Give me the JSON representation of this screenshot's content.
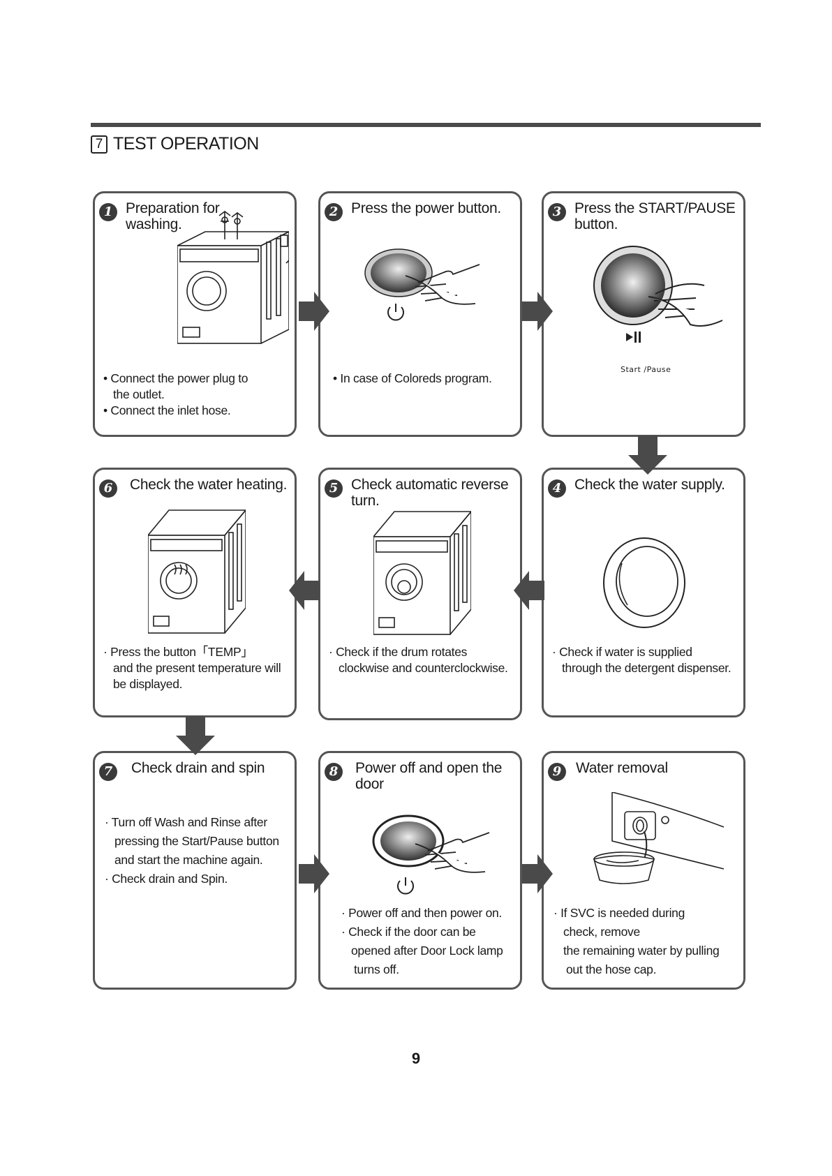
{
  "section": {
    "number": "7",
    "title": "TEST OPERATION"
  },
  "steps": [
    {
      "num": "1",
      "title_lines": [
        "Preparation for",
        "washing."
      ],
      "notes": [
        "• Connect the power plug to",
        "the outlet.",
        "• Connect the inlet hose."
      ]
    },
    {
      "num": "2",
      "title_lines": [
        "Press the power button."
      ],
      "notes": [
        "• In case of Coloreds program."
      ]
    },
    {
      "num": "3",
      "title_lines": [
        "Press the START/PAUSE",
        "button."
      ],
      "button_label": "Start /Pause"
    },
    {
      "num": "6",
      "title_lines": [
        "Check the water heating."
      ],
      "notes": [
        "· Press the button「TEMP」",
        "and  the present temperature will",
        "be displayed."
      ]
    },
    {
      "num": "5",
      "title_lines": [
        "Check automatic reverse",
        "turn."
      ],
      "notes": [
        "· Check if the drum rotates",
        "clockwise and  counterclockwise."
      ]
    },
    {
      "num": "4",
      "title_lines": [
        "Check the water supply."
      ],
      "notes": [
        "· Check if water is supplied",
        "through the detergent dispenser."
      ]
    },
    {
      "num": "7",
      "title_lines": [
        "Check drain and spin"
      ],
      "notes": [
        "· Turn off Wash and Rinse after",
        "pressing the Start/Pause button",
        "and start the machine again.",
        "· Check drain and Spin."
      ]
    },
    {
      "num": "8",
      "title_lines": [
        "Power off and open the",
        "door"
      ],
      "notes": [
        "· Power off and then power on.",
        "· Check if the door can be",
        "opened after Door Lock lamp",
        "turns off."
      ]
    },
    {
      "num": "9",
      "title_lines": [
        "Water removal"
      ],
      "notes": [
        "· If SVC is needed during",
        "check, remove",
        "the remaining water by pulling",
        "out the hose cap."
      ]
    }
  ],
  "page_number": "9"
}
